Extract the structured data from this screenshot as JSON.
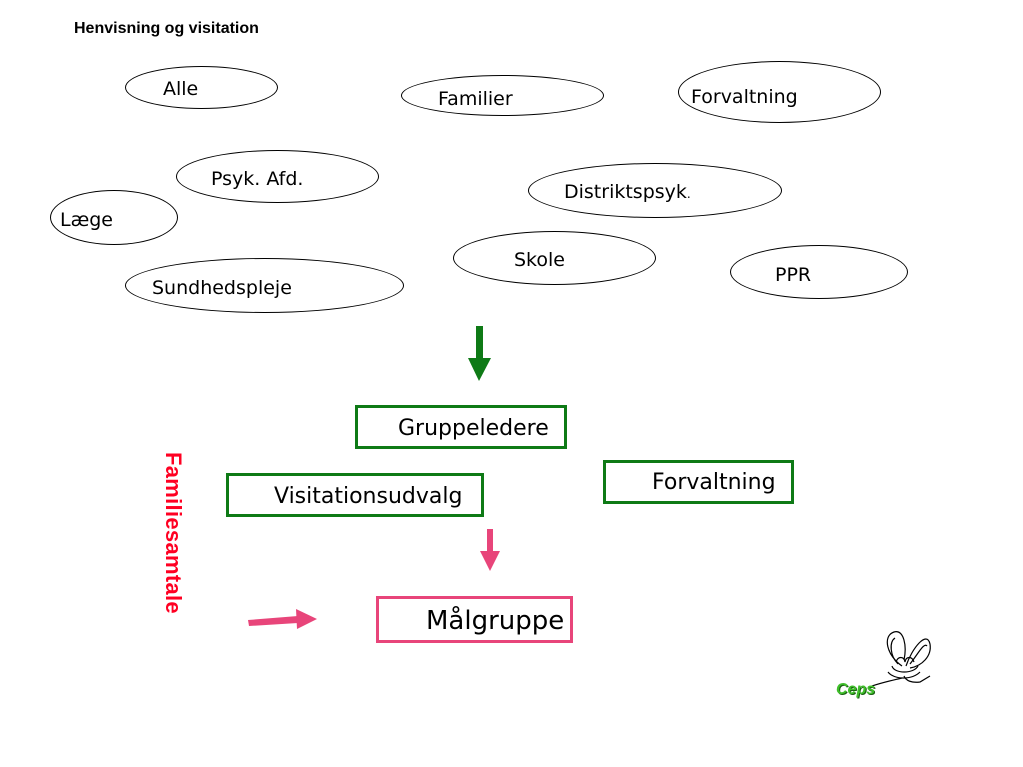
{
  "title": "Henvisning og visitation",
  "sources": [
    {
      "id": "alle",
      "label": "Alle"
    },
    {
      "id": "familier",
      "label": "Familier"
    },
    {
      "id": "forvaltning",
      "label": "Forvaltning"
    },
    {
      "id": "psyk-afd",
      "label": "Psyk. Afd."
    },
    {
      "id": "distriktspsyk-main",
      "label": "Distriktspsyk"
    },
    {
      "id": "distriktspsyk-dot",
      "label": "."
    },
    {
      "id": "laege",
      "label": "Læge"
    },
    {
      "id": "skole",
      "label": "Skole"
    },
    {
      "id": "ppr",
      "label": "PPR"
    },
    {
      "id": "sundhedspleje",
      "label": "Sundhedspleje"
    }
  ],
  "boxes": {
    "gruppeledere": "Gruppeledere",
    "visitationsudvalg": "Visitationsudvalg",
    "forvaltning": "Forvaltning",
    "maalgruppe": "Målgruppe"
  },
  "side_label": "Familiesamtale",
  "logo": {
    "text": "Ceps",
    "icon": "butterfly-icon"
  },
  "colors": {
    "green": "#0e7a16",
    "pink": "#e8457a",
    "red": "#ff0022"
  }
}
